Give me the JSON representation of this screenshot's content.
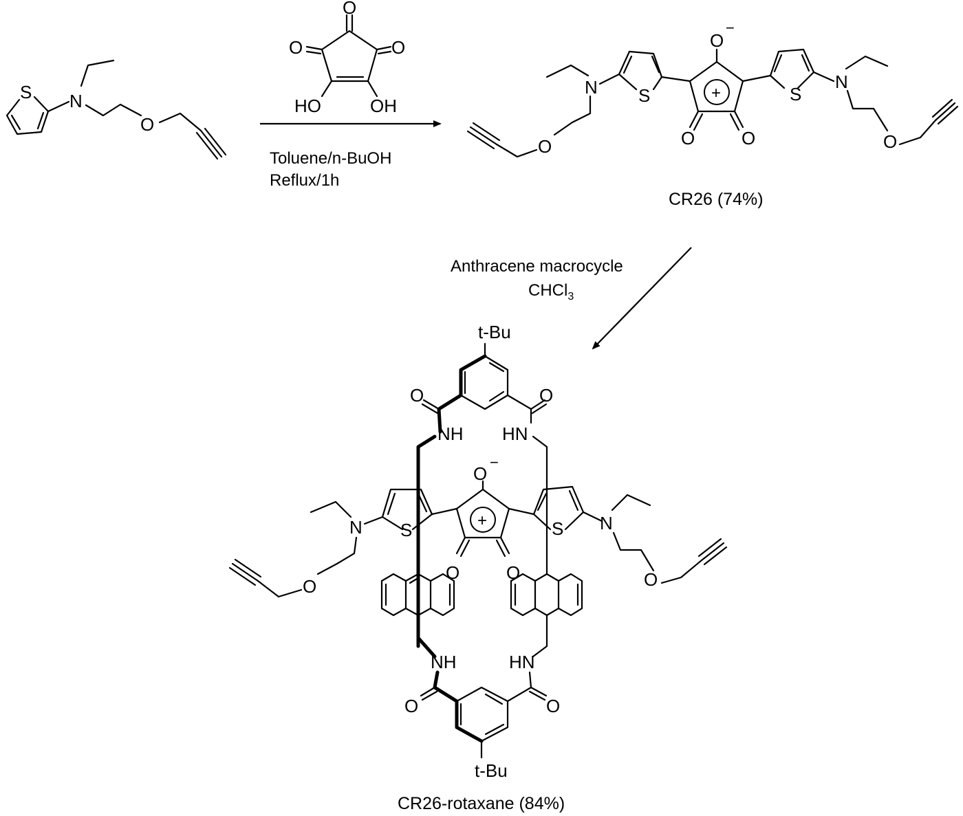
{
  "reagent": {
    "ho_left": "HO",
    "oh_right": "OH",
    "oxygen": "O"
  },
  "conditions_1": {
    "solvent": "Toluene/n-BuOH",
    "time": "Reflux/1h"
  },
  "conditions_2": {
    "reagent": "Anthracene macrocycle",
    "solvent_prefix": "CHCl",
    "solvent_subscript": "3"
  },
  "atoms": {
    "sulfur": "S",
    "nitrogen": "N",
    "oxygen": "O",
    "amide_nh": "NH",
    "amide_hn": "HN",
    "tert_butyl": "t-Bu",
    "plus": "+",
    "minus": "−"
  },
  "products": {
    "cr26": "CR26 (74%)",
    "rotaxane": "CR26-rotaxane (84%)"
  },
  "colors": {
    "ink": "#000000",
    "background": "#ffffff"
  }
}
